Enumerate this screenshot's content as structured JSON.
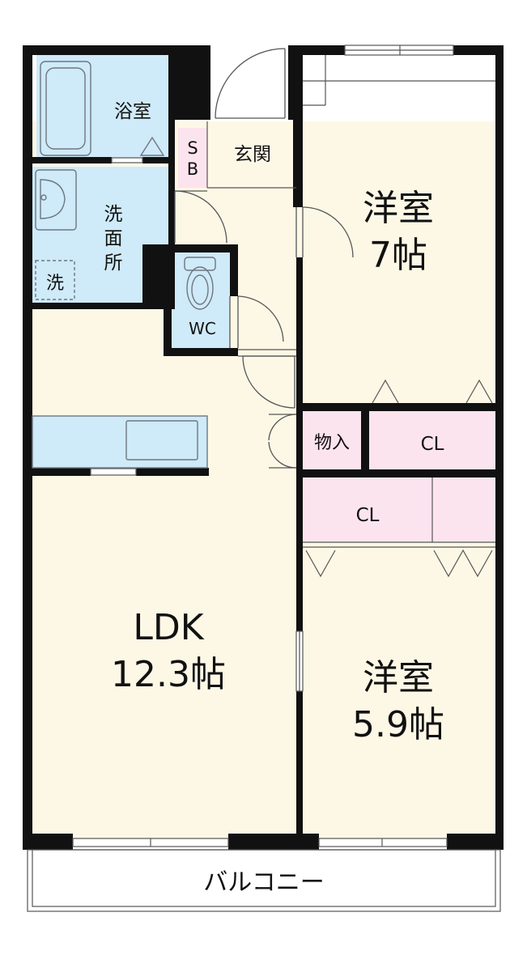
{
  "colors": {
    "floor": "#fdf8e6",
    "water": "#cfeaf8",
    "storage": "#fce4ee",
    "wall": "#111111",
    "fixture_line": "#6e7780",
    "background": "#ffffff"
  },
  "rooms": {
    "bathroom": "浴室",
    "washroom": [
      "洗",
      "面",
      "所"
    ],
    "washer": "洗",
    "shoe_box": [
      "S",
      "B"
    ],
    "entrance": "玄関",
    "wc": "WC",
    "western_1": {
      "name": "洋室",
      "size": "7帖"
    },
    "storeroom": "物入",
    "closet_1": "CL",
    "closet_2": "CL",
    "ldk": {
      "name": "LDK",
      "size": "12.3帖"
    },
    "western_2": {
      "name": "洋室",
      "size": "5.9帖"
    },
    "balcony": "バルコニー"
  }
}
